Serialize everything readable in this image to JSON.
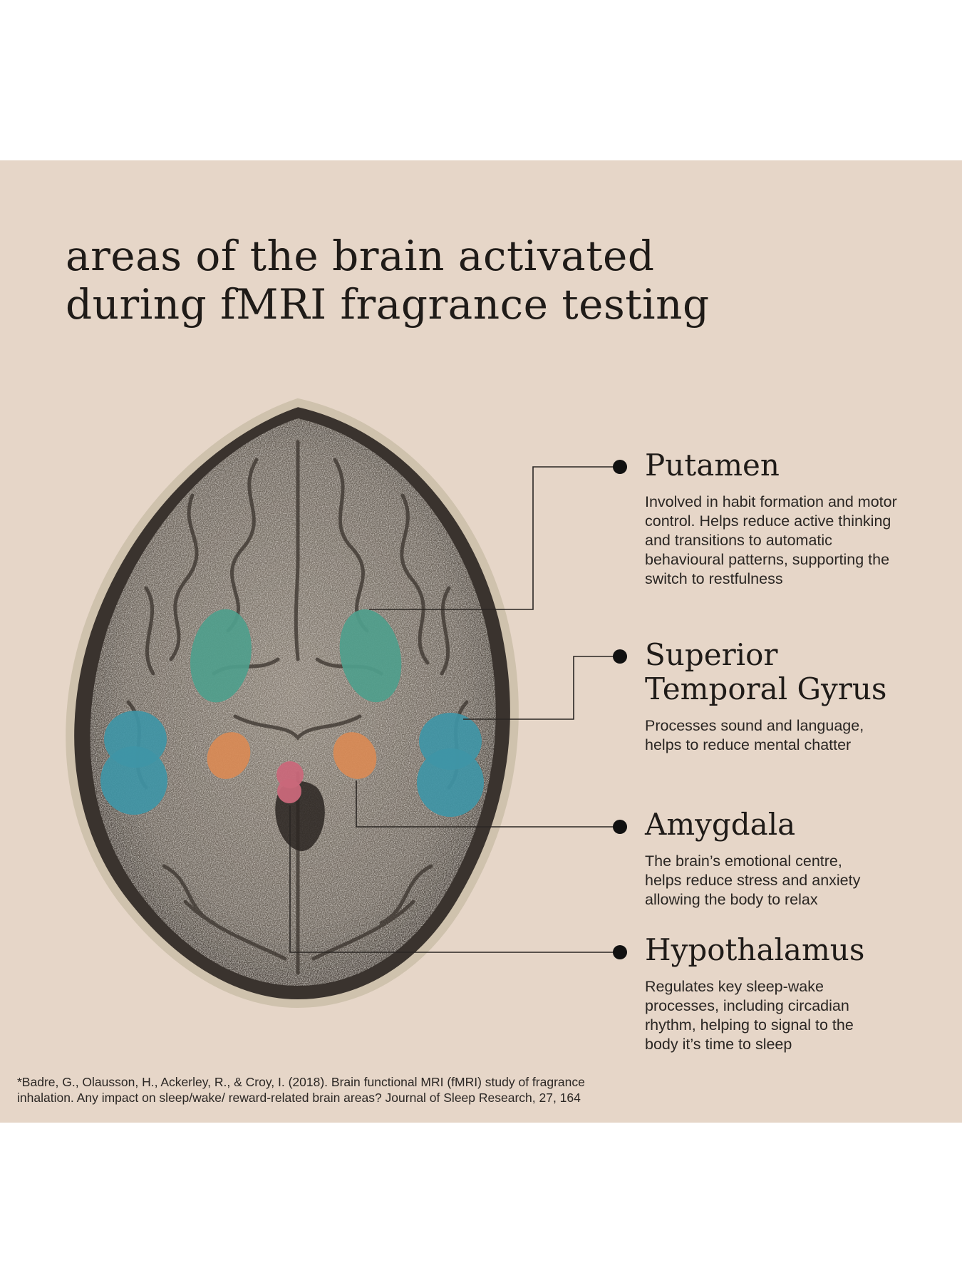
{
  "title": {
    "line1": "areas of the brain activated",
    "line2": "during fMRI fragrance testing"
  },
  "regions": [
    {
      "name": "Putamen",
      "description": "Involved in habit formation and motor control. Helps reduce active thinking and transitions to automatic behavioural patterns, supporting the switch to restfulness",
      "color": "#4f9e8c"
    },
    {
      "name": "Superior Temporal Gyrus",
      "description": "Processes sound and language, helps to reduce mental chatter",
      "color": "#3f95a6"
    },
    {
      "name": "Amygdala",
      "description": "The brain’s emotional centre, helps reduce stress and anxiety allowing the body to relax",
      "color": "#d98a55"
    },
    {
      "name": "Hypothalamus",
      "description": "Regulates key sleep-wake processes, including circadian rhythm, helping to signal to the body it’s time to sleep",
      "color": "#c9687a"
    }
  ],
  "footnote": {
    "line1": "*Badre, G., Olausson, H., Ackerley, R., & Croy, I. (2018). Brain functional MRI (fMRI) study of fragrance",
    "line2": "inhalation. Any impact on sleep/wake/ reward-related brain areas? Journal of Sleep Research, 27, 164"
  },
  "colors": {
    "background": "#e6d6c8",
    "brain": "#6e665d",
    "skull": "#cfc2ad",
    "ink": "#1f1b18"
  }
}
